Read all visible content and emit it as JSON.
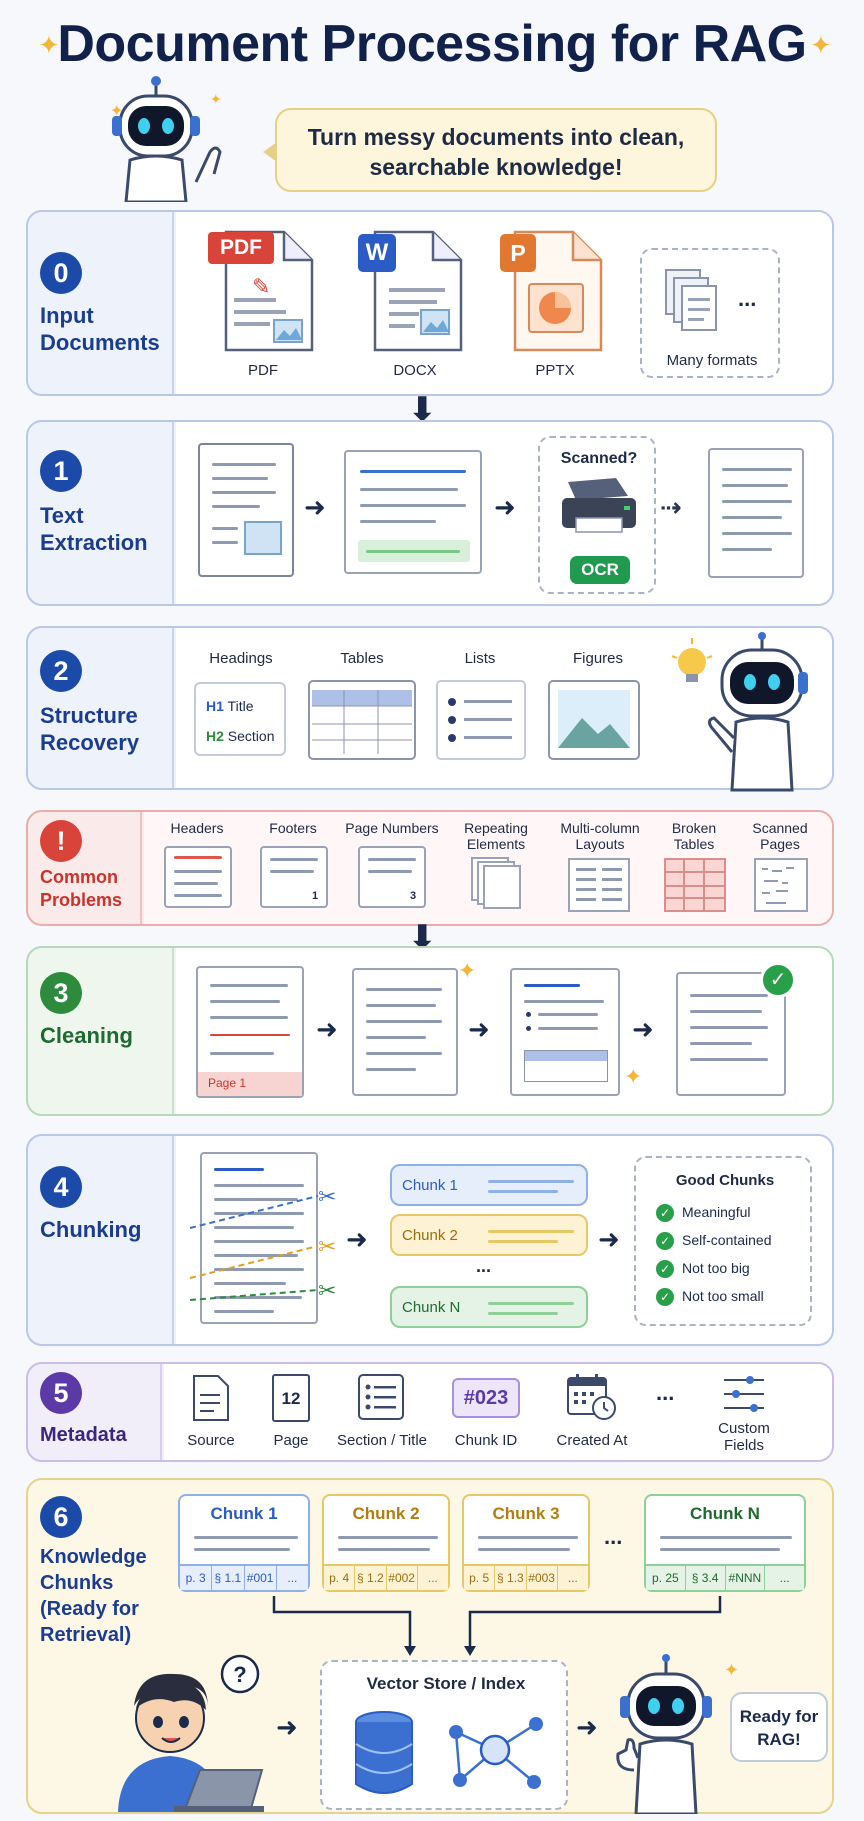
{
  "title": "Document Processing for RAG",
  "bubble": {
    "line1": "Turn messy documents into clean,",
    "line2": "searchable knowledge!"
  },
  "colors": {
    "navy": "#12214a",
    "blue": "#1c4aa8",
    "red": "#c8342c",
    "green": "#2e8b3d",
    "purple": "#5b3aa8",
    "gold": "#c89b20"
  },
  "step0": {
    "num": "0",
    "label1": "Input",
    "label2": "Documents",
    "pdf_badge": "PDF",
    "docx_badge": "W",
    "pptx_badge": "P",
    "pdf": "PDF",
    "docx": "DOCX",
    "pptx": "PPTX",
    "many_dots": "...",
    "many": "Many formats"
  },
  "step1": {
    "num": "1",
    "label1": "Text",
    "label2": "Extraction",
    "scanned": "Scanned?",
    "ocr": "OCR"
  },
  "step2": {
    "num": "2",
    "label1": "Structure",
    "label2": "Recovery",
    "headings": "Headings",
    "h1": "H1",
    "h1_text": "Title",
    "h2": "H2",
    "h2_text": "Section",
    "tables": "Tables",
    "lists": "Lists",
    "figures": "Figures"
  },
  "problems": {
    "icon": "!",
    "label1": "Common",
    "label2": "Problems",
    "headers": "Headers",
    "footers": "Footers",
    "footer_page": "1",
    "page_numbers": "Page Numbers",
    "pn_page": "3",
    "repeating1": "Repeating",
    "repeating2": "Elements",
    "multicol1": "Multi-column",
    "multicol2": "Layouts",
    "broken1": "Broken",
    "broken2": "Tables",
    "scanned1": "Scanned",
    "scanned2": "Pages"
  },
  "step3": {
    "num": "3",
    "label": "Cleaning",
    "page_tag": "Page 1"
  },
  "step4": {
    "num": "4",
    "label": "Chunking",
    "chunk1": "Chunk 1",
    "chunk2": "Chunk 2",
    "dots": "...",
    "chunkn": "Chunk N",
    "good_title": "Good Chunks",
    "good": [
      "Meaningful",
      "Self-contained",
      "Not too big",
      "Not too small"
    ]
  },
  "step5": {
    "num": "5",
    "label": "Metadata",
    "source": "Source",
    "page": "Page",
    "page_icon": "12",
    "section": "Section / Title",
    "chunk_id": "Chunk ID",
    "chunk_id_icon": "#023",
    "created": "Created At",
    "dots": "...",
    "custom1": "Custom",
    "custom2": "Fields"
  },
  "step6": {
    "num": "6",
    "label1": "Knowledge",
    "label2": "Chunks",
    "label3": "(Ready for",
    "label4": "Retrieval)",
    "chunks": [
      {
        "title": "Chunk 1",
        "meta": [
          "p. 3",
          "§ 1.1",
          "#001",
          "..."
        ]
      },
      {
        "title": "Chunk 2",
        "meta": [
          "p. 4",
          "§ 1.2",
          "#002",
          "..."
        ]
      },
      {
        "title": "Chunk 3",
        "meta": [
          "p. 5",
          "§ 1.3",
          "#003",
          "..."
        ]
      },
      {
        "title": "Chunk N",
        "meta": [
          "p. 25",
          "§ 3.4",
          "#NNN",
          "..."
        ]
      }
    ],
    "dots": "...",
    "question": "?",
    "vector": "Vector Store / Index",
    "ready1": "Ready for",
    "ready2": "RAG!"
  }
}
